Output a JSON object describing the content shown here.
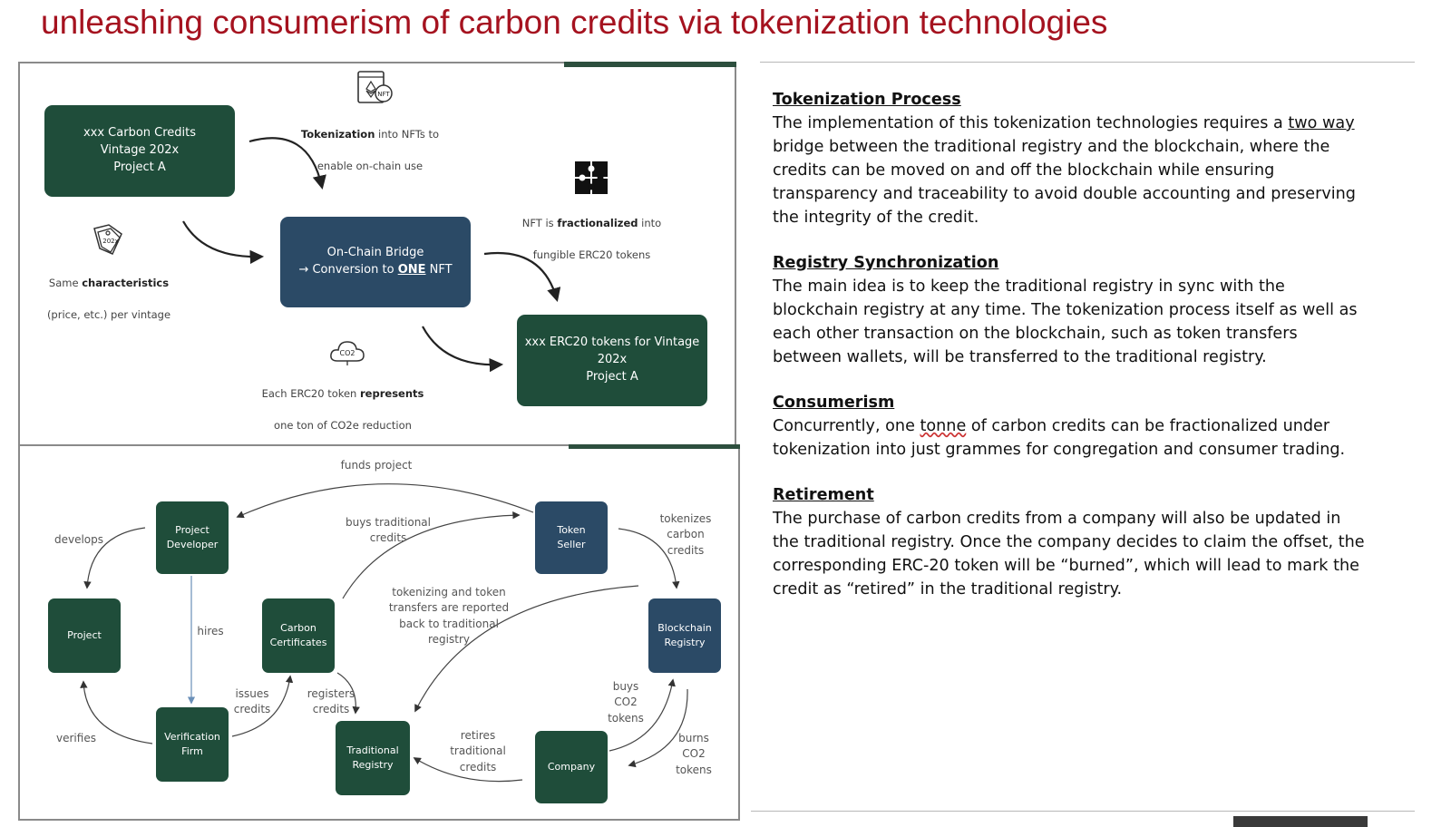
{
  "slide": {
    "title": "unleashing consumerism of carbon credits via tokenization technologies"
  },
  "top_diagram": {
    "nodes": {
      "carbon_credits": "xxx Carbon Credits\nVintage 202x\nProject A",
      "bridge_line1": "On-Chain Bridge",
      "bridge_prefix": "→ Conversion to ",
      "bridge_one": "ONE",
      "bridge_suffix": " NFT",
      "erc20": "xxx ERC20 tokens for Vintage\n202x\nProject A"
    },
    "captions": {
      "tokenization_bold": "Tokenization",
      "tokenization_rest1": " into NFTs to",
      "tokenization_rest2": "enable on-chain use",
      "nft_prefix": "NFT is ",
      "nft_bold": "fractionalized",
      "nft_suffix": " into",
      "nft_line2": "fungible ERC20 tokens",
      "same_prefix": "Same ",
      "same_bold": "characteristics",
      "same_line2": "(price, etc.) per vintage",
      "each_prefix": "Each  ERC20 token ",
      "each_bold": "represents",
      "each_line2": "one ton of CO2e reduction"
    },
    "icons": {
      "nft_doc": "nft-document-icon",
      "puzzle": "puzzle-icon",
      "tags": "price-tags-icon",
      "cloud": "co2-cloud-icon",
      "nft_label": "NFT",
      "tag_label": "202x",
      "cloud_label": "CO2"
    }
  },
  "bottom_diagram": {
    "nodes": {
      "project_developer": "Project\nDeveloper",
      "project": "Project",
      "verification_firm": "Verification\nFirm",
      "carbon_certificates": "Carbon\nCertificates",
      "traditional_registry": "Traditional\nRegistry",
      "token_seller": "Token\nSeller",
      "blockchain_registry": "Blockchain\nRegistry",
      "company": "Company"
    },
    "edges": {
      "funds_project": "funds project",
      "develops": "develops",
      "hires": "hires",
      "verifies": "verifies",
      "issues_credits": "issues\ncredits",
      "registers_credits": "registers\ncredits",
      "buys_traditional_credits": "buys traditional\ncredits",
      "tokenizing": "tokenizing and token\ntransfers are reported\nback to traditional\nregistry",
      "tokenizes": "tokenizes\ncarbon\ncredits",
      "buys_co2": "buys\nCO2\ntokens",
      "burns_co2": "burns\nCO2\ntokens",
      "retires": "retires\ntraditional\ncredits"
    }
  },
  "right_panel": {
    "sections": [
      {
        "heading": "Tokenization Process",
        "pre": "The implementation of this tokenization technologies requires a ",
        "underlined": "two way",
        "post": " bridge between the traditional registry and the blockchain, where the credits can be moved on and off the blockchain while ensuring transparency and traceability to avoid double accounting and preserving the integrity of the credit."
      },
      {
        "heading": "Registry Synchronization",
        "pre": "The main idea is to keep the traditional registry in sync with the blockchain registry at any time. The tokenization process itself as well as each other transaction on the blockchain, such as token transfers between wallets, will be transferred to the traditional registry.",
        "underlined": "",
        "post": ""
      },
      {
        "heading": "Consumerism",
        "pre": "Concurrently, one ",
        "underlined": "tonne",
        "post": " of carbon credits can be fractionalized under tokenization into just grammes for congregation and consumer trading."
      },
      {
        "heading": "Retirement",
        "pre": "The purchase of carbon credits from a company will also be updated in the traditional registry. Once the company decides to claim the offset, the corresponding ERC-20 token will be “burned”, which will lead to mark the credit as “retired” in the traditional registry.",
        "underlined": "",
        "post": ""
      }
    ]
  },
  "colors": {
    "title_red": "#a5121f",
    "node_green": "#1f4d3a",
    "node_blue": "#2b4a66"
  }
}
